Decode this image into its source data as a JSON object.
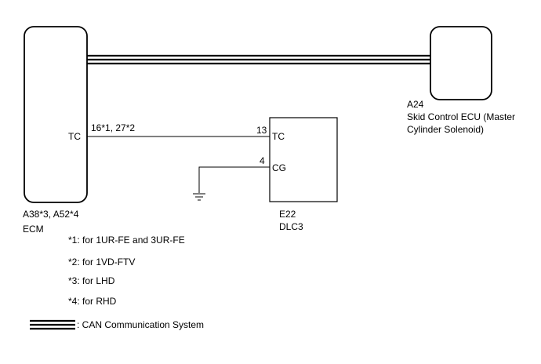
{
  "ecm": {
    "pin_name": "TC",
    "pin_numbers": "16*1, 27*2",
    "connector": "A38*3, A52*4",
    "name": "ECM"
  },
  "skid_ecu": {
    "connector": "A24",
    "name_line1": "Skid Control ECU (Master",
    "name_line2": "Cylinder Solenoid)"
  },
  "dlc3": {
    "pin_tc_number": "13",
    "pin_tc_name": "TC",
    "pin_cg_number": "4",
    "pin_cg_name": "CG",
    "connector": "E22",
    "name": "DLC3"
  },
  "notes": [
    "*1: for 1UR-FE and 3UR-FE",
    "*2: for 1VD-FTV",
    "*3: for LHD",
    "*4: for RHD"
  ],
  "legend": {
    "can_label": ": CAN Communication System"
  }
}
